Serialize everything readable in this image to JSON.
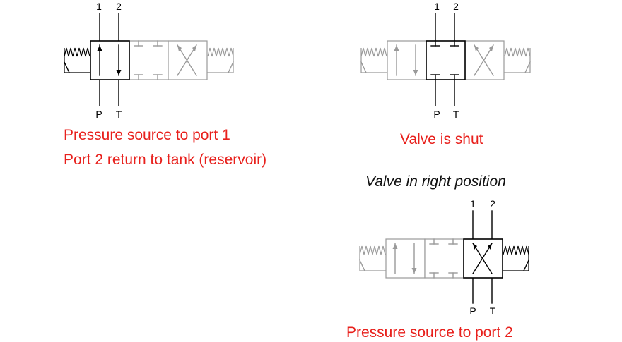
{
  "colors": {
    "caption": "#e8201c",
    "active": "#000000",
    "inactive": "#9a9a9a"
  },
  "diagrams": [
    {
      "id": "left-position",
      "active_envelope": "left",
      "port_labels": {
        "top_1": "1",
        "top_2": "2",
        "bottom_p": "P",
        "bottom_t": "T"
      },
      "captions": [
        "Pressure source to port 1",
        "Port 2 return to tank (reservoir)"
      ]
    },
    {
      "id": "center-position",
      "active_envelope": "center",
      "port_labels": {
        "top_1": "1",
        "top_2": "2",
        "bottom_p": "P",
        "bottom_t": "T"
      },
      "captions": [
        "Valve is shut"
      ]
    },
    {
      "id": "right-position",
      "title": "Valve in right position",
      "active_envelope": "right",
      "port_labels": {
        "top_1": "1",
        "top_2": "2",
        "bottom_p": "P",
        "bottom_t": "T"
      },
      "captions": [
        "Pressure source to port 2"
      ]
    }
  ]
}
